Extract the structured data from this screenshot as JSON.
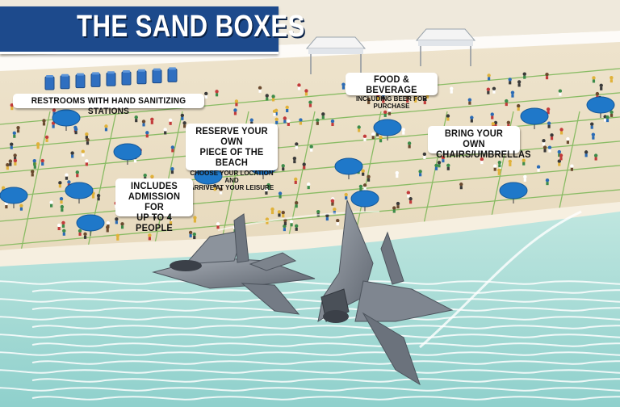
{
  "title": "THE SAND BOXES",
  "callouts": {
    "restrooms": "RESTROOMS WITH HAND SANITIZING STATIONS",
    "food_main": "FOOD & BEVERAGE",
    "food_sub": "INCLUDING BEER FOR PURCHASE",
    "reserve_line1": "RESERVE YOUR OWN",
    "reserve_line2": "PIECE OF THE BEACH",
    "reserve_sub1": "CHOOSE YOUR LOCATION AND",
    "reserve_sub2": "ARRIVE AT YOUR LEISURE",
    "chairs_line1": "BRING YOUR OWN",
    "chairs_line2": "CHAIRS/UMBRELLAS",
    "admission_line1": "INCLUDES",
    "admission_line2": "ADMISSION FOR",
    "admission_line3": "UP TO 4 PEOPLE"
  },
  "colors": {
    "banner": "#1d4a8c",
    "sand": "#e9dcc2",
    "grid_lines": "#7fb85a",
    "umbrella": "#1f78c9",
    "water": "#a9dcd6",
    "jet": "#7d8590"
  },
  "icons": [
    "portable-toilet-icon",
    "umbrella-icon",
    "tent-icon",
    "fighter-jet-icon",
    "person-icon"
  ]
}
